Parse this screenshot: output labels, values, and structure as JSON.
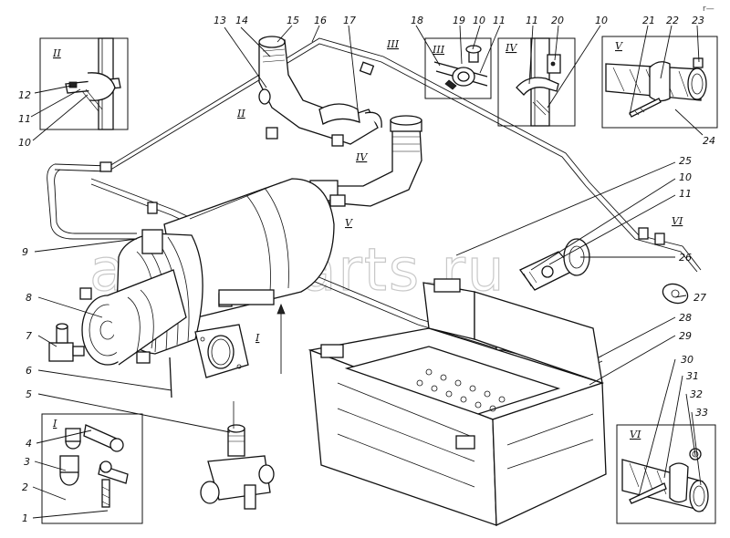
{
  "watermark": "ansarparts.ru",
  "corner_mark": "r—",
  "callouts": {
    "n1": "1",
    "n2": "2",
    "n3": "3",
    "n4": "4",
    "n5": "5",
    "n6": "6",
    "n7": "7",
    "n8": "8",
    "n9": "9",
    "n10": "10",
    "n11": "11",
    "n12": "12",
    "n13": "13",
    "n14": "14",
    "n15": "15",
    "n16": "16",
    "n17": "17",
    "n18": "18",
    "n19": "19",
    "n20": "20",
    "n21": "21",
    "n22": "22",
    "n23": "23",
    "n24": "24",
    "n25": "25",
    "n26": "26",
    "n27": "27",
    "n28": "28",
    "n29": "29",
    "n30": "30",
    "n31": "31",
    "n32": "32",
    "n33": "33"
  },
  "views": {
    "I": "I",
    "II": "II",
    "III": "III",
    "IV": "IV",
    "V": "V",
    "VI": "VI"
  }
}
